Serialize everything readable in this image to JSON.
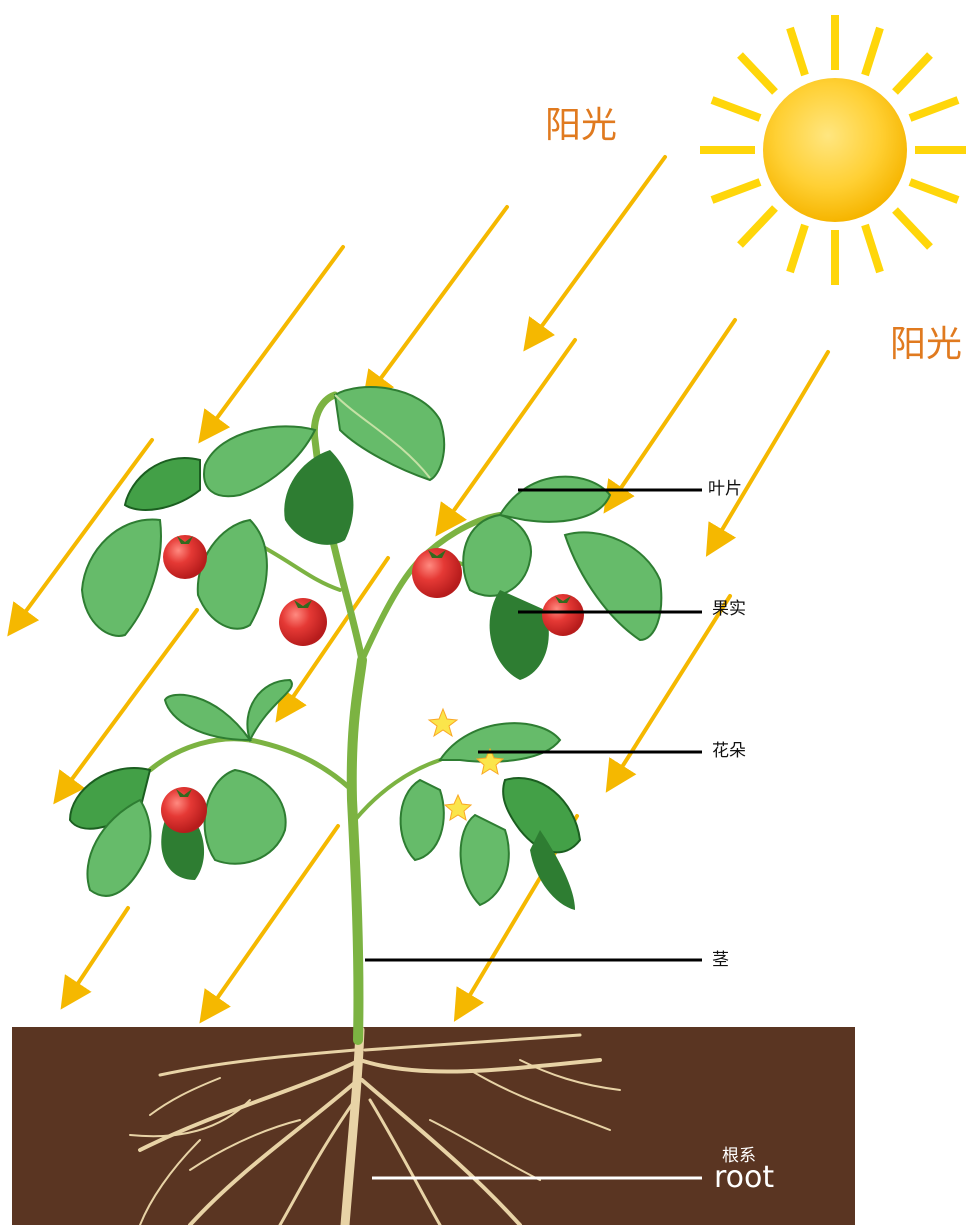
{
  "labels": {
    "sunlight_top": "阳光",
    "sunlight_right": "阳光",
    "leaf": "叶片",
    "fruit": "果实",
    "flower": "花朵",
    "stem": "茎",
    "root_cn": "根系",
    "root_en": "root"
  },
  "colors": {
    "sunlight_text": "#e07a1f",
    "arrow": "#f5b800",
    "soil": "#5a3522",
    "stem": "#7cb342",
    "leaf": "#4caf50",
    "leaf_dark": "#2e7d32",
    "fruit": "#e53935",
    "flower": "#fbe54b",
    "root": "#e8d3a6",
    "sun_core": "#ffcf2e",
    "sun_rays": "#ffd60a"
  },
  "icons": [
    "sun-icon",
    "sunlight-arrow-icon",
    "tomato-fruit-icon",
    "flower-icon",
    "leaf-icon"
  ]
}
